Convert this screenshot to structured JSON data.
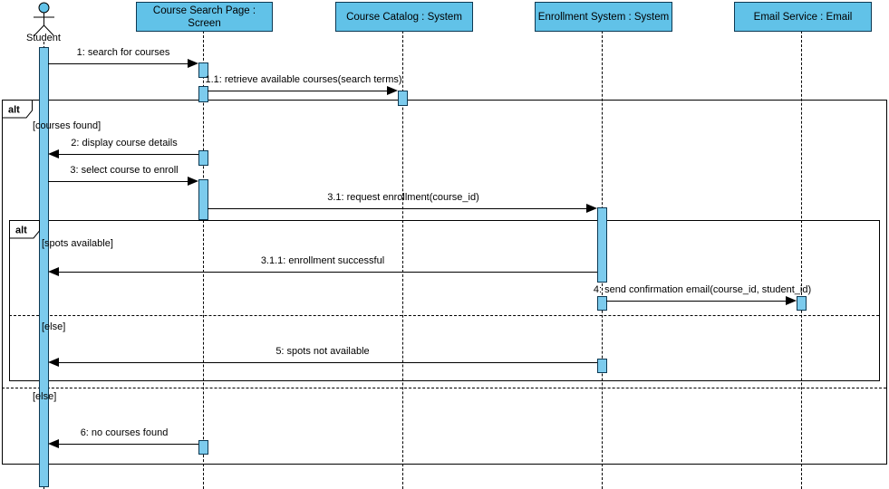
{
  "colors": {
    "participant-fill": "#61C2E8",
    "participant-border": "#0D3953",
    "activation-fill": "#7CCBED",
    "activation-border": "#0D3953",
    "line": "#000000"
  },
  "actor": {
    "name": "Student"
  },
  "participants": [
    {
      "label": "Course Search Page : Screen"
    },
    {
      "label": "Course Catalog : System"
    },
    {
      "label": "Enrollment System : System"
    },
    {
      "label": "Email Service : Email"
    }
  ],
  "messages": [
    {
      "label": "1: search for courses",
      "from": "Student",
      "to": "Course Search Page : Screen"
    },
    {
      "label": "1.1: retrieve available courses(search terms)",
      "from": "Course Search Page : Screen",
      "to": "Course Catalog : System"
    },
    {
      "label": "2: display course details",
      "from": "Course Search Page : Screen",
      "to": "Student"
    },
    {
      "label": "3: select course to enroll",
      "from": "Student",
      "to": "Course Search Page : Screen"
    },
    {
      "label": "3.1: request enrollment(course_id)",
      "from": "Course Search Page : Screen",
      "to": "Enrollment System : System"
    },
    {
      "label": "3.1.1: enrollment successful",
      "from": "Enrollment System : System",
      "to": "Student"
    },
    {
      "label": "4: send confirmation email(course_id, student_id)",
      "from": "Enrollment System : System",
      "to": "Email Service : Email"
    },
    {
      "label": "5: spots not available",
      "from": "Enrollment System : System",
      "to": "Student"
    },
    {
      "label": "6: no courses found",
      "from": "Course Search Page : Screen",
      "to": "Student"
    }
  ],
  "fragments": {
    "outer": {
      "operator": "alt",
      "guards": [
        "[courses found]",
        "[else]"
      ]
    },
    "inner": {
      "operator": "alt",
      "guards": [
        "[spots available]",
        "[else]"
      ]
    }
  }
}
